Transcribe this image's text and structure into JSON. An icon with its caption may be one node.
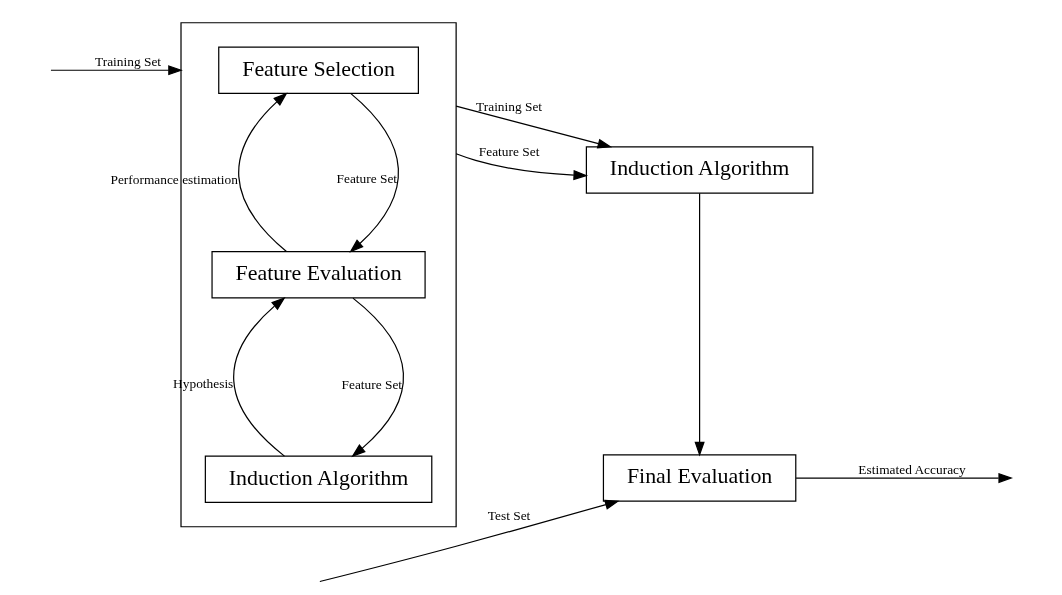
{
  "diagram": {
    "nodes": [
      {
        "text": [],
        "shape": "box"
      },
      {
        "text": [
          "Feature Selection"
        ],
        "in": 0
      },
      {
        "text": [
          "Feature Evaluation"
        ],
        "in": 0
      },
      {
        "text": [
          "Induction Algorithm"
        ],
        "in": 0
      },
      {
        "text": [
          "Induction Algorithm"
        ]
      },
      {
        "text": [
          "Final Evaluation"
        ]
      }
    ],
    "edges": [
      {
        "from": null,
        "to": 0,
        "arrow": "to",
        "label": "Training Set"
      },
      {
        "from": 1,
        "to": 2,
        "arrow": "to",
        "label": "Feature Set"
      },
      {
        "from": 2,
        "to": 1,
        "arrow": "to",
        "label": "Performance estimation"
      },
      {
        "from": 2,
        "to": 3,
        "arrow": "to",
        "label": "Feature Set"
      },
      {
        "from": 3,
        "to": 2,
        "arrow": "to",
        "label": "Hypothesis"
      },
      {
        "from": 0,
        "to": 4,
        "arrow": "to",
        "label": "Training Set"
      },
      {
        "from": 0,
        "to": 4,
        "arrow": "to",
        "label": "Feature Set"
      },
      {
        "from": 4,
        "to": 5,
        "arrow": "to"
      },
      {
        "from": null,
        "to": 5,
        "arrow": "to",
        "label": "Test Set"
      },
      {
        "from": 5,
        "to": null,
        "arrow": "to",
        "label": "Estimated Accuracy"
      }
    ]
  }
}
